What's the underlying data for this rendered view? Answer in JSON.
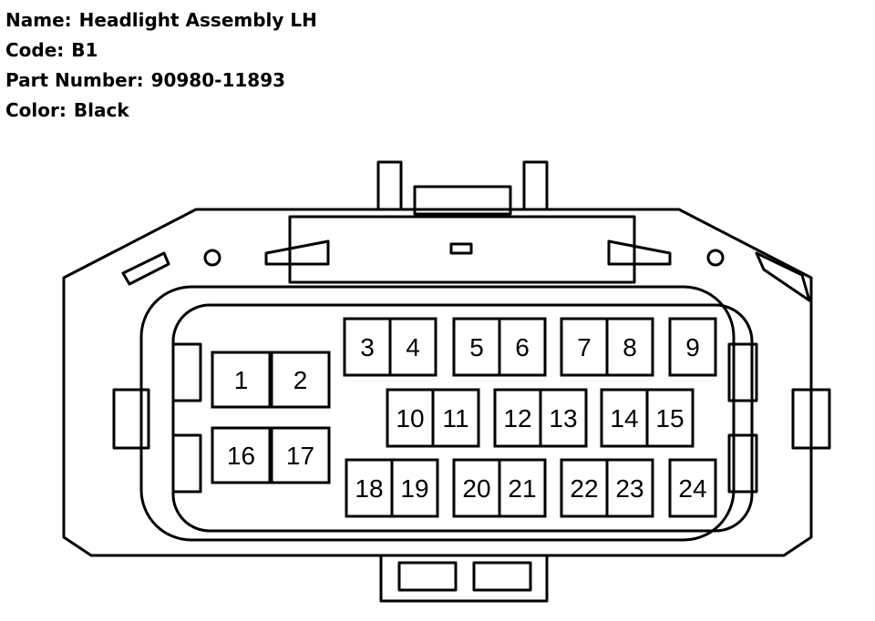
{
  "connector": {
    "name_label": "Name:",
    "name": "Headlight Assembly LH",
    "code_label": "Code:",
    "code": "B1",
    "part_label": "Part Number:",
    "part_number": "90980-11893",
    "color_label": "Color:",
    "color": "Black"
  },
  "pins": [
    "1",
    "2",
    "3",
    "4",
    "5",
    "6",
    "7",
    "8",
    "9",
    "10",
    "11",
    "12",
    "13",
    "14",
    "15",
    "16",
    "17",
    "18",
    "19",
    "20",
    "21",
    "22",
    "23",
    "24"
  ]
}
